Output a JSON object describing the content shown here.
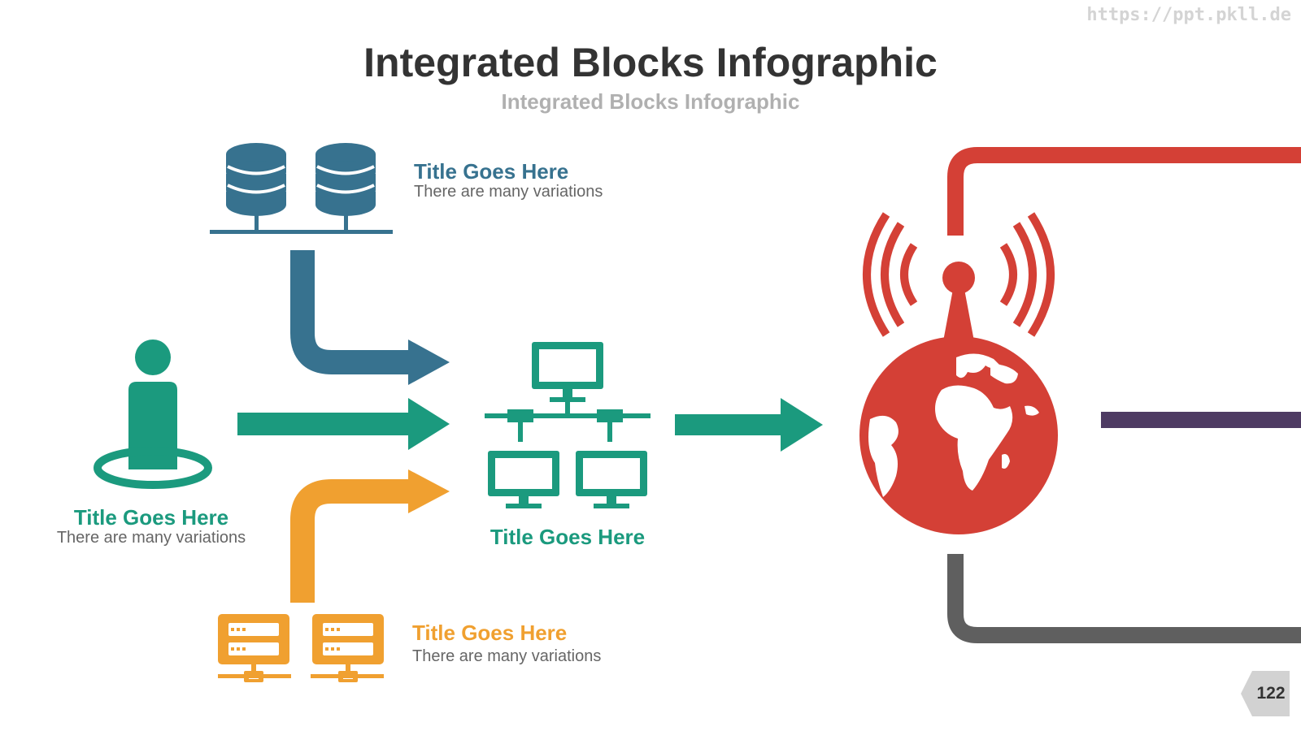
{
  "watermark": "https://ppt.pkll.de",
  "title": "Integrated Blocks Infographic",
  "subtitle": "Integrated Blocks Infographic",
  "blocks": {
    "database": {
      "title": "Title Goes Here",
      "desc": "There are many variations"
    },
    "user": {
      "title": "Title Goes Here",
      "desc": "There are many variations"
    },
    "network": {
      "title": "Title Goes Here"
    },
    "server": {
      "title": "Title Goes Here",
      "desc": "There are many variations"
    }
  },
  "colors": {
    "blue": "#37728f",
    "teal": "#1b9a7e",
    "orange": "#f0a030",
    "red": "#d44036",
    "purple": "#4e3b63",
    "gray": "#5f5f5f"
  },
  "icons": [
    "database-icon",
    "user-icon",
    "network-computers-icon",
    "server-icon",
    "globe-antenna-icon"
  ],
  "page_number": "122"
}
